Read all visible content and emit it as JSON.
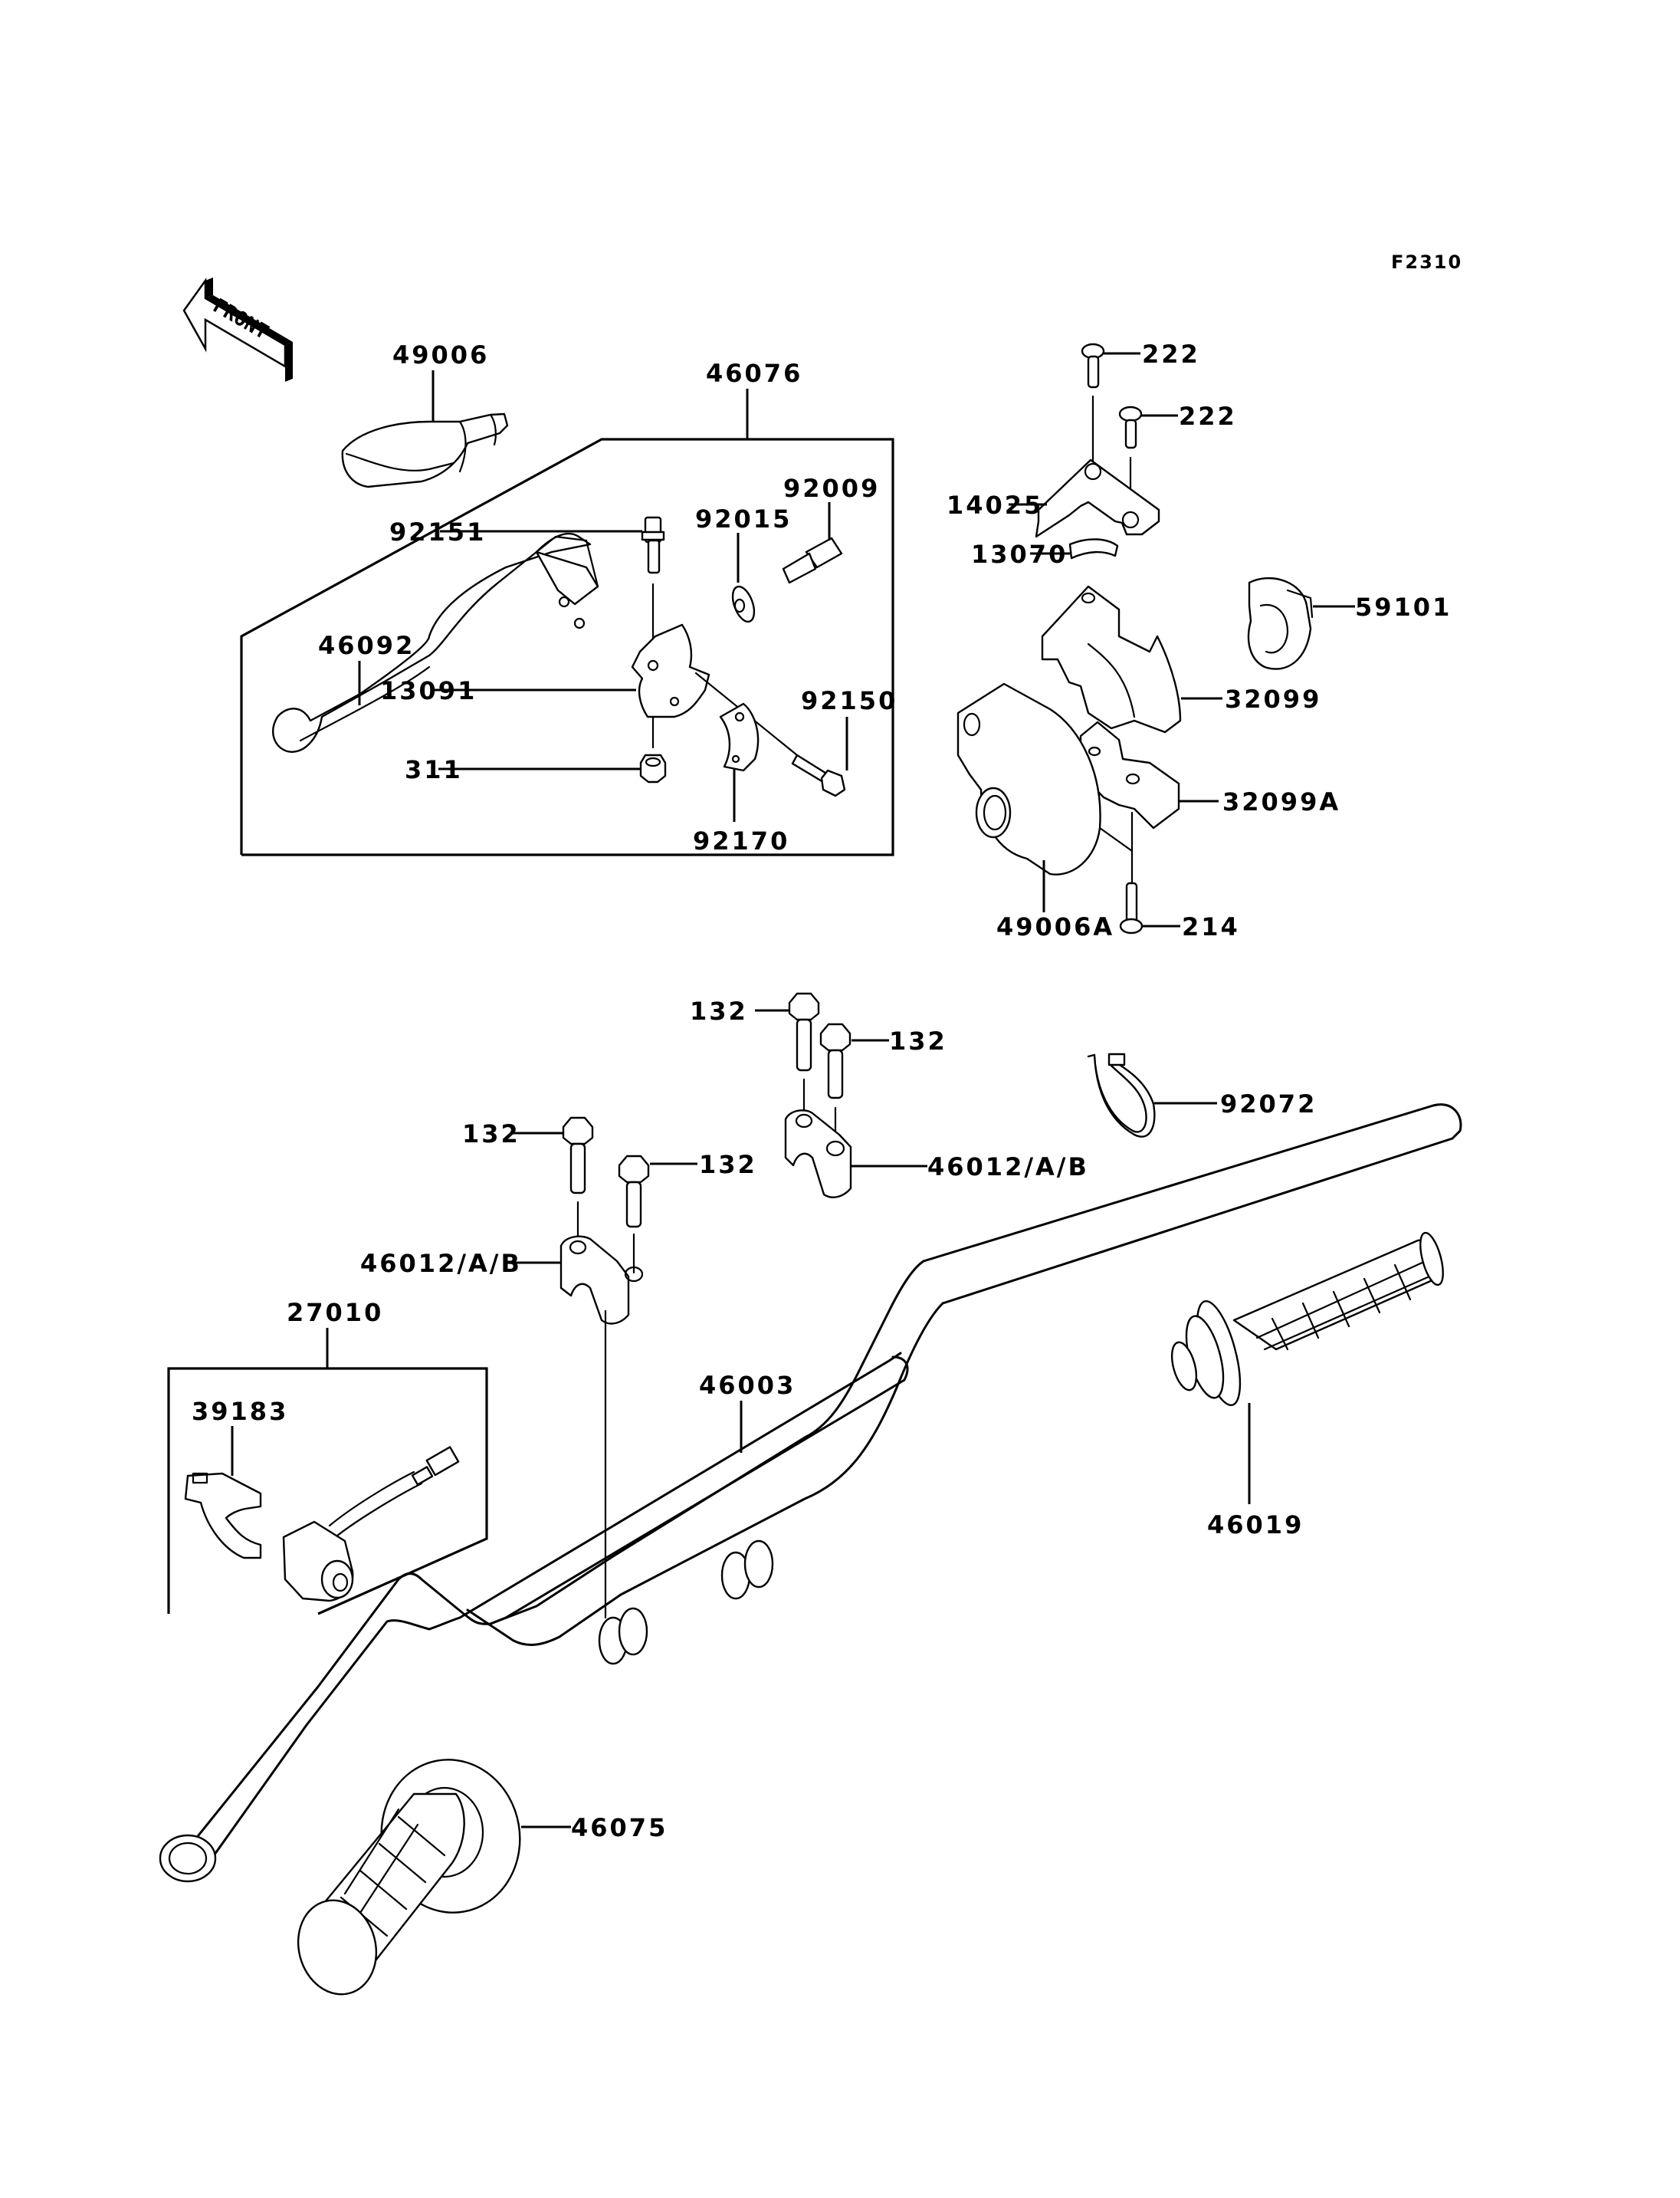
{
  "diagram": {
    "title": "Handlebar",
    "figure_ref": "F2310",
    "front_indicator": "FRONT",
    "callouts": {
      "grip_cover_left": "49006",
      "lever_assembly": "46076",
      "clutch_lever": "46092",
      "bolt_92151": "92151",
      "nut_92015": "92015",
      "adjuster_92009": "92009",
      "lever_holder": "13091",
      "bolt_92150": "92150",
      "nut_311": "311",
      "clamp_92170": "92170",
      "screw_222_a": "222",
      "screw_222_b": "222",
      "throttle_cover": "14025",
      "throttle_pulley_guide": "13070",
      "throttle_collar": "59101",
      "throttle_case_upper": "32099",
      "throttle_case_lower": "32099A",
      "throttle_cover_rubber": "49006A",
      "screw_214": "214",
      "bolt_132_a": "132",
      "bolt_132_b": "132",
      "bolt_132_c": "132",
      "bolt_132_d": "132",
      "holder_right": "46012/A/B",
      "holder_left": "46012/A/B",
      "band_92072": "92072",
      "switch_assembly": "27010",
      "switch_clamp": "39183",
      "handlebar": "46003",
      "throttle_grip": "46019",
      "left_grip": "46075"
    }
  }
}
